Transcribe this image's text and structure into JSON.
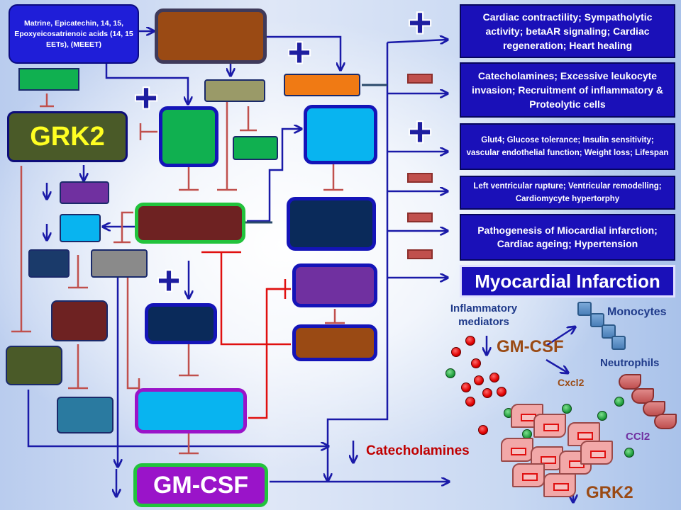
{
  "source_box": {
    "text": "Matrine, Epicatechin, 14, 15, Epoxyeicosatrienoic acids (14, 15 EETs), (MEEET)"
  },
  "grk2_node": {
    "label": "GRK2"
  },
  "gmcsf_node": {
    "label": "GM-CSF"
  },
  "outcomes": [
    {
      "text": "Cardiac contractility; Sympatholytic activity; betaAR signaling; Cardiac regeneration;  Heart healing",
      "sign": "+"
    },
    {
      "text": "Catecholamines; Excessive leukocyte invasion; Recruitment of inflammatory & Proteolytic cells",
      "sign": "−"
    },
    {
      "text": "Glut4; Glucose tolerance;  Insulin sensitivity; vascular endothelial function; Weight loss;  Lifespan",
      "sign": "+"
    },
    {
      "text": "Left ventricular rupture; Ventricular remodelling;  Cardiomycyte hypertorphy",
      "sign": "−"
    },
    {
      "text": "Pathogenesis of Miocardial infarction; Cardiac ageing; Hypertension",
      "sign": "−"
    }
  ],
  "final_outcome": {
    "label": "Myocardial Infarction",
    "sign": "−"
  },
  "inset": {
    "inflammatory": "Inflammatory mediators",
    "gmcsf": "GM-CSF",
    "monocytes": "Monocytes",
    "neutrophils": "Neutrophils",
    "cxcl2": "Cxcl2",
    "ccl2": "CCl2",
    "catecholamines": "Catecholamines",
    "grk2": "GRK2"
  },
  "colors": {
    "arrow_blue": "#1a1aa8",
    "inhibit_red_muted": "#c0504d",
    "inhibit_red": "#e01010",
    "outcome_fill": "#1a10b8",
    "gmcsf_fill": "#9a14c9",
    "gmcsf_border": "#22c33c",
    "grk2_text": "#ffff22",
    "inset_text": "#1f3a8a",
    "inset_brown": "#9a4a14"
  }
}
